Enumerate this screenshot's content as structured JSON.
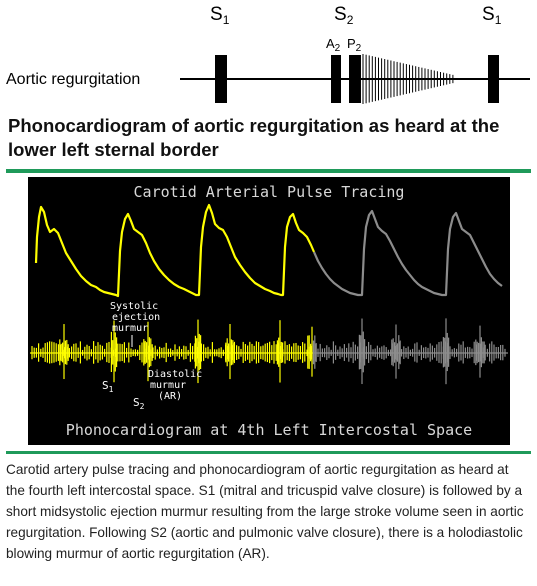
{
  "diagram": {
    "sound_labels": [
      {
        "main": "S",
        "sub": "1"
      },
      {
        "main": "S",
        "sub": "2"
      },
      {
        "main": "S",
        "sub": "1"
      }
    ],
    "component_labels": [
      {
        "main": "A",
        "sub": "2"
      },
      {
        "main": "P",
        "sub": "2"
      }
    ],
    "row_label": "Aortic regurgitation"
  },
  "heading": "Phonocardiogram of aortic regurgitation as heard at the lower left sternal border",
  "tracing": {
    "title": "Carotid Arterial Pulse Tracing",
    "footer": "Phonocardiogram at 4th Left Intercostal Space",
    "annotations": {
      "systolic": [
        "Systolic",
        "ejection",
        "murmur"
      ],
      "diastolic": [
        "Diastolic",
        "murmur",
        "(AR)"
      ],
      "s1": {
        "main": "S",
        "sub": "1"
      },
      "s2": {
        "main": "S",
        "sub": "2"
      }
    },
    "colors": {
      "active": "#ffff00",
      "faded": "#8c8c8c",
      "background": "#000000",
      "accent": "#1f9a5a"
    }
  },
  "caption": "Carotid artery pulse tracing and phonocardiogram of aortic regurgitation as heard at the fourth left intercostal space. S1 (mitral and tricuspid valve closure) is followed by a short midsystolic ejection murmur resulting from the large stroke volume seen in aortic regurgitation. Following S2 (aortic and pulmonic valve closure), there is a holodiastolic blowing murmur of aortic regurgitation (AR)."
}
